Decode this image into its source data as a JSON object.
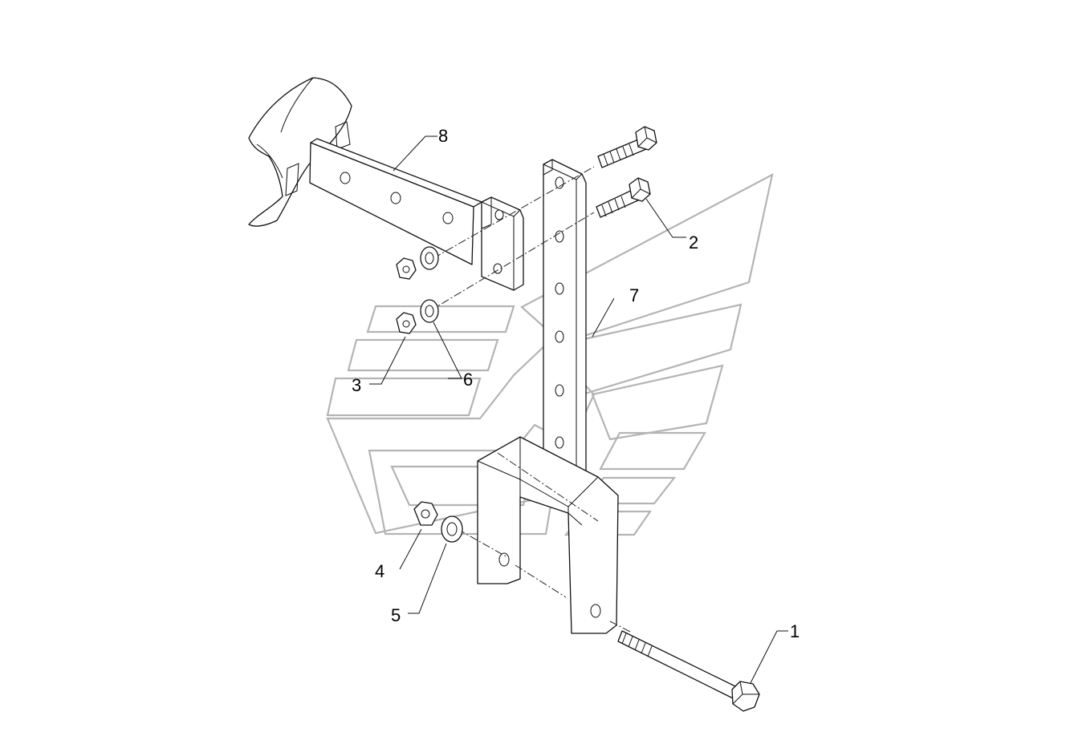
{
  "diagram": {
    "callouts": [
      {
        "id": "1",
        "label": "1"
      },
      {
        "id": "2",
        "label": "2"
      },
      {
        "id": "3",
        "label": "3"
      },
      {
        "id": "4",
        "label": "4"
      },
      {
        "id": "5",
        "label": "5"
      },
      {
        "id": "6",
        "label": "6"
      },
      {
        "id": "7",
        "label": "7"
      },
      {
        "id": "8",
        "label": "8"
      }
    ],
    "colors": {
      "line": "#111111",
      "background": "#ffffff",
      "watermark": "#b4b4b4"
    }
  }
}
